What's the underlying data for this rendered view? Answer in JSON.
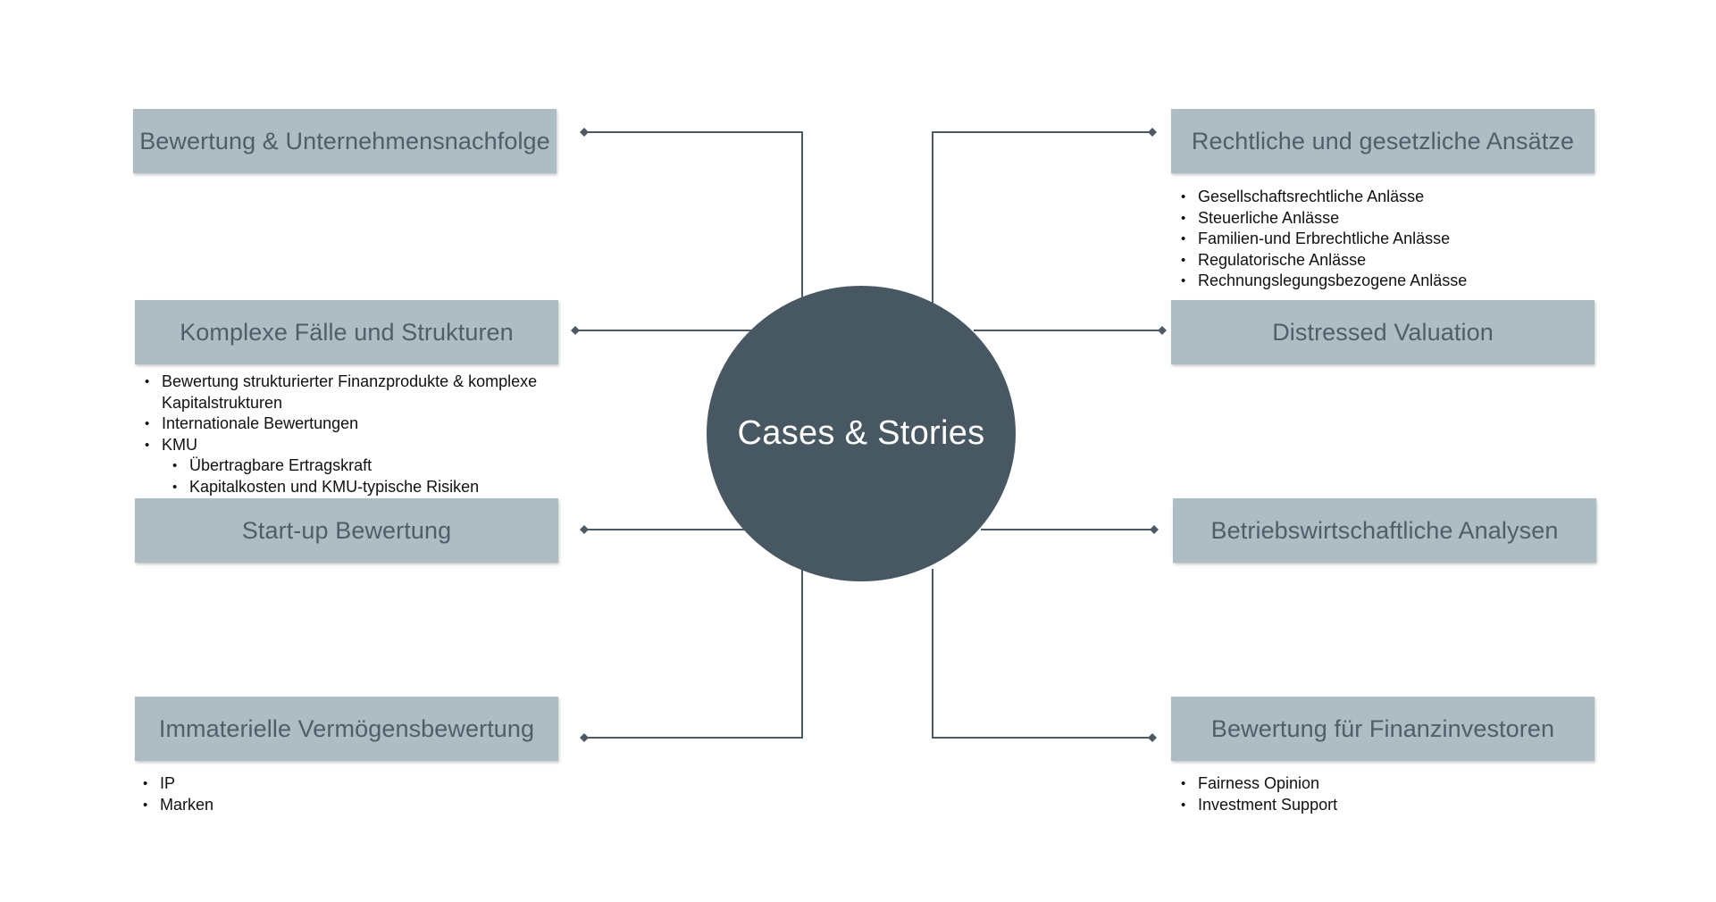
{
  "center": {
    "title": "Cases & Stories"
  },
  "topics": [
    {
      "id": "bewertung-unternehmensnachfolge",
      "label": "Bewertung & Unternehmensnachfolge",
      "bullets": []
    },
    {
      "id": "komplexe-faelle",
      "label": "Komplexe Fälle und Strukturen",
      "bullets": [
        {
          "text": "Bewertung strukturierter Finanzprodukte & komplexe",
          "level": 1
        },
        {
          "text": "Kapitalstrukturen",
          "level": 1,
          "continuation": true
        },
        {
          "text": "Internationale Bewertungen",
          "level": 1
        },
        {
          "text": "KMU",
          "level": 1
        },
        {
          "text": "Übertragbare Ertragskraft",
          "level": 2
        },
        {
          "text": "Kapitalkosten und KMU-typische Risiken",
          "level": 2
        }
      ]
    },
    {
      "id": "startup-bewertung",
      "label": "Start-up Bewertung",
      "bullets": []
    },
    {
      "id": "immaterielle-vermoegensbewertung",
      "label": "Immaterielle Vermögensbewertung",
      "bullets": [
        {
          "text": "IP",
          "level": 1
        },
        {
          "text": "Marken",
          "level": 1
        }
      ]
    },
    {
      "id": "rechtliche-ansaetze",
      "label": "Rechtliche und gesetzliche Ansätze",
      "bullets": [
        {
          "text": "Gesellschaftsrechtliche Anlässe",
          "level": 1
        },
        {
          "text": "Steuerliche Anlässe",
          "level": 1
        },
        {
          "text": "Familien-und Erbrechtliche Anlässe",
          "level": 1
        },
        {
          "text": "Regulatorische Anlässe",
          "level": 1
        },
        {
          "text": "Rechnungslegungsbezogene Anlässe",
          "level": 1
        }
      ]
    },
    {
      "id": "distressed-valuation",
      "label": "Distressed Valuation",
      "bullets": []
    },
    {
      "id": "betriebswirtschaftliche-analysen",
      "label": "Betriebswirtschaftliche Analysen",
      "bullets": []
    },
    {
      "id": "bewertung-finanzinvestoren",
      "label": "Bewertung für Finanzinvestoren",
      "bullets": [
        {
          "text": "Fairness Opinion",
          "level": 1
        },
        {
          "text": "Investment Support",
          "level": 1
        }
      ]
    }
  ],
  "colors": {
    "hub": "#485863",
    "topic_fill": "#aebcc3",
    "topic_text": "#4f5f6a",
    "connector": "#4c5a66"
  }
}
